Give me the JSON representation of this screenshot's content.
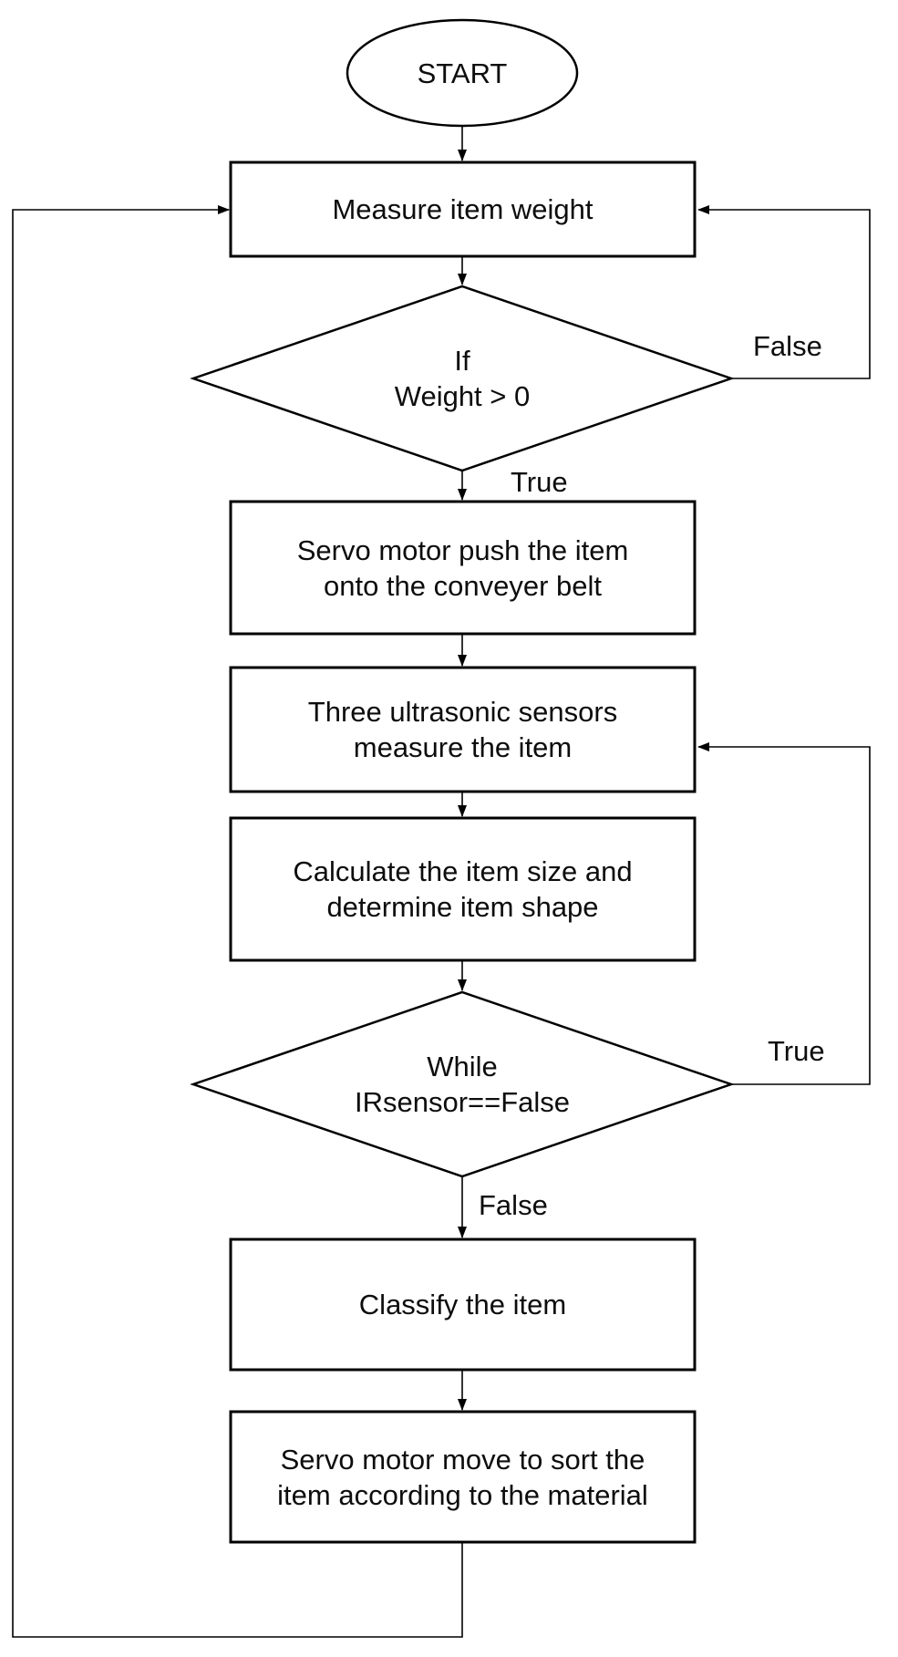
{
  "flowchart": {
    "background_color": "#ffffff",
    "stroke_color": "#000000",
    "nodes": {
      "start": "START",
      "measure_weight": "Measure item weight",
      "weight_decision": "If\nWeight > 0",
      "servo_push": "Servo motor push the item\nonto the conveyer belt",
      "ultrasonic_measure": "Three ultrasonic sensors\nmeasure the item",
      "calculate_size": "Calculate the item size and\ndetermine item shape",
      "ir_decision": "While\nIRsensor==False",
      "classify": "Classify the item",
      "servo_sort": "Servo motor move to sort the\nitem according to the material"
    },
    "edge_labels": {
      "weight_true": "True",
      "weight_false": "False",
      "ir_true": "True",
      "ir_false": "False"
    }
  }
}
